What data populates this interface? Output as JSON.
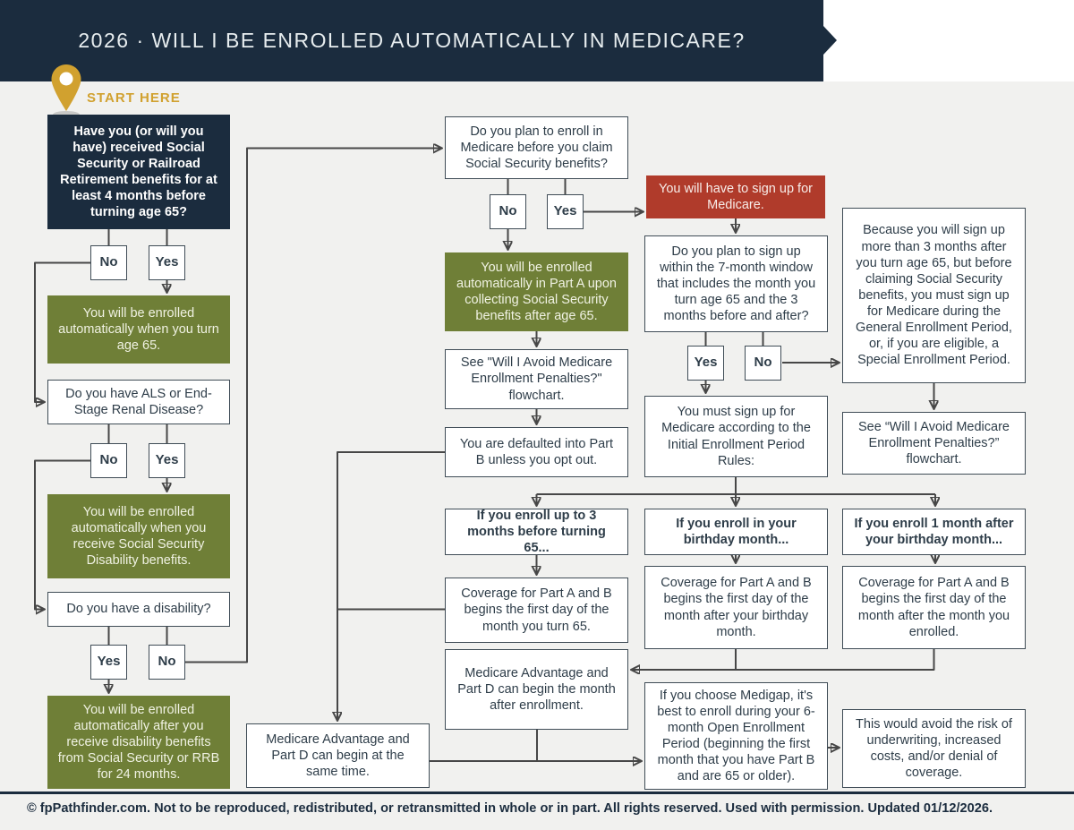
{
  "title": "2026 · WILL I BE ENROLLED AUTOMATICALLY IN MEDICARE?",
  "start_label": "START HERE",
  "labels": {
    "yes": "Yes",
    "no": "No"
  },
  "colors": {
    "navy": "#1b2c3e",
    "green": "#6f7f37",
    "red": "#b03b2b",
    "gold": "#d1a12f",
    "background": "#f1f1ef",
    "line": "#474747",
    "box_border": "#3f4c56",
    "text_dark": "#2e3d49"
  },
  "nodes": {
    "q_ss_rrb": "Have you (or will you have) received Social Security or Railroad Retirement benefits for at least 4 months before turning age 65?",
    "r_auto_65": "You will be enrolled automatically when you turn age 65.",
    "q_als_esrd": "Do you have ALS or End-Stage Renal Disease?",
    "r_auto_ssdi": "You will be enrolled automatically when you receive Social Security Disability benefits.",
    "q_disability": "Do you have a disability?",
    "r_auto_24mo": "You will be enrolled automatically after you receive disability benefits from Social Security or RRB for 24 months.",
    "q_enroll_before_claim": "Do you plan to enroll in Medicare before you claim Social Security benefits?",
    "r_auto_part_a": "You will be enrolled automatically in Part A upon collecting Social Security benefits after age 65.",
    "see_penalties_1": "See \"Will I Avoid Medicare Enrollment Penalties?\" flowchart.",
    "default_part_b": "You are defaulted into Part B unless you opt out.",
    "h_enroll_3mo_before": "If you enroll up to 3 months before turning 65...",
    "cov_month_turn_65": "Coverage for Part A and B begins the first day of the month you turn 65.",
    "ma_partd_month_after": "Medicare Advantage and Part D can begin the month after enrollment.",
    "ma_partd_same_time": "Medicare Advantage and Part D can begin at the same time.",
    "r_sign_up": "You will have to sign up for Medicare.",
    "q_7_month_window": "Do you plan to sign up within the 7-month window that includes the month you turn age 65 and the 3 months before and after?",
    "iep_rules": "You must sign up for Medicare according to the Initial Enrollment Period Rules:",
    "h_enroll_birthday_month": "If you enroll in your birthday month...",
    "cov_month_after_birthday": "Coverage for Part A and B begins the first day of the month after your birthday month.",
    "medigap_open_enrollment": "If you choose Medigap, it's best to enroll during your 6-month Open Enrollment Period (beginning the first month that you have Part B and are 65 or older).",
    "general_enrollment": "Because you will sign up more than 3 months after you turn age 65, but before claiming Social Security benefits, you must sign up for Medicare during the General Enrollment Period, or, if you are eligible, a Special Enrollment Period.",
    "see_penalties_2": "See “Will I Avoid Medicare Enrollment Penalties?” flowchart.",
    "h_enroll_1mo_after": "If you enroll 1 month after your birthday month...",
    "cov_month_after_enrolled": "Coverage for Part A and B begins the first day of the month after the month you enrolled.",
    "avoid_underwriting": "This would avoid the risk of underwriting, increased costs, and/or denial of coverage."
  },
  "footer": "© fpPathfinder.com. Not to be reproduced, redistributed, or retransmitted in whole or in part. All rights reserved. Used with permission. Updated 01/12/2026."
}
